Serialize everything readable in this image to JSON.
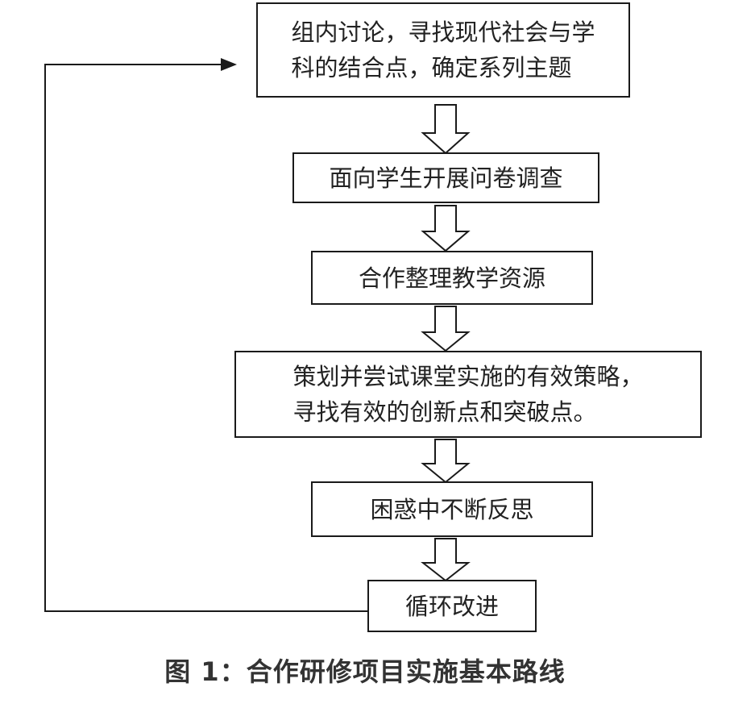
{
  "diagram": {
    "steps": [
      {
        "text": "组内讨论，寻找现代社会与学\n科的结合点，确定系列主题"
      },
      {
        "text": "面向学生开展问卷调查"
      },
      {
        "text": "合作整理教学资源"
      },
      {
        "text": "策划并尝试课堂实施的有效策略，\n寻找有效的创新点和突破点。"
      },
      {
        "text": "困惑中不断反思"
      },
      {
        "text": "循环改进"
      }
    ],
    "caption": "图 1：合作研修项目实施基本路线"
  }
}
